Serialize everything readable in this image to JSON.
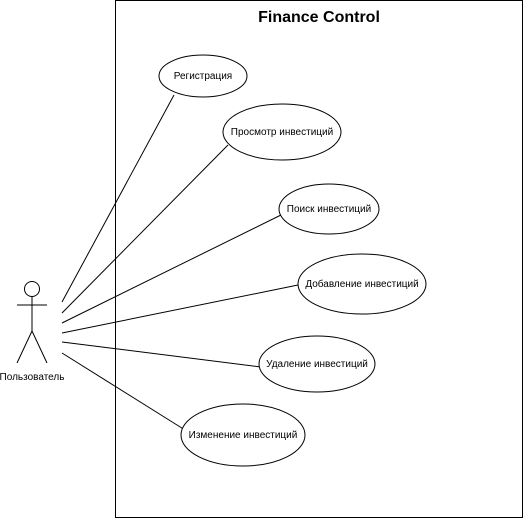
{
  "system": {
    "title": "Finance Control"
  },
  "actor": {
    "name": "Пользователь"
  },
  "use_cases": [
    {
      "label": "Регистрация"
    },
    {
      "label": "Просмотр инвестиций"
    },
    {
      "label": "Поиск инвестиций"
    },
    {
      "label": "Добавление инвестиций"
    },
    {
      "label": "Удаление инвестиций"
    },
    {
      "label": "Изменение инвестиций"
    }
  ],
  "colors": {
    "line": "#000000",
    "fill": "#ffffff"
  }
}
